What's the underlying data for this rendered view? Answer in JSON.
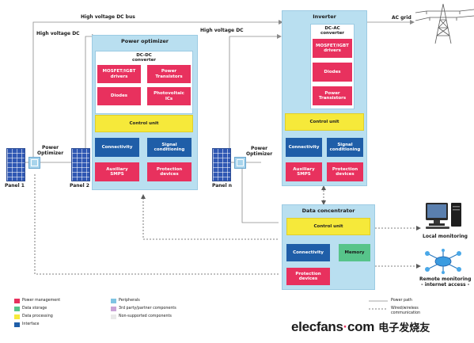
{
  "buses": {
    "hv_dc_bus": "High voltage DC bus",
    "hv_dc_left": "High voltage DC",
    "hv_dc_middle": "High voltage DC",
    "ac_grid": "AC grid"
  },
  "power_optimizer": {
    "title": "Power optimizer",
    "dcdc_title": "DC-DC\nconverter",
    "mosfet": "MOSFET/IGBT\ndrivers",
    "power_transistors": "Power\nTransistors",
    "diodes": "Diodes",
    "photovoltaic_ics": "Photovoltaic\nICs",
    "control_unit": "Control unit",
    "connectivity": "Connectivity",
    "signal_conditioning": "Signal\nconditioning",
    "auxiliary_smps": "Auxiliary\nSMPS",
    "protection_devices": "Protection\ndevices"
  },
  "inverter": {
    "title": "Inverter",
    "dcac_title": "DC-AC\nconverter",
    "mosfet": "MOSFET/IGBT\ndrivers",
    "diodes": "Diodes",
    "power_transistors": "Power\nTransistors",
    "control_unit": "Control unit",
    "connectivity": "Connectivity",
    "signal_conditioning": "Signal\nconditioning",
    "auxiliary_smps": "Auxiliary\nSMPS",
    "protection_devices": "Protection\ndevices"
  },
  "data_concentrator": {
    "title": "Data concentrator",
    "control_unit": "Control unit",
    "connectivity": "Connectivity",
    "memory": "Memory",
    "protection_devices": "Protection\ndevices"
  },
  "panels": {
    "panel_1": "Panel 1",
    "panel_2": "Panel 2",
    "panel_n": "Panel n",
    "optimizer_left": "Power\nOptimizer",
    "optimizer_right": "Power\nOptimizer"
  },
  "monitoring": {
    "local": "Local monitoring",
    "remote": "Remote monitoring\n- internet access -"
  },
  "legend": {
    "power_management": "Power management",
    "data_storage": "Data storage",
    "data_processing": "Data processing",
    "interface": "Interface",
    "peripherals": "Peripherals",
    "third_party": "3rd party/partner components",
    "non_supported": "Non-supported components",
    "power_path": "Power path",
    "wired_wireless": "Wired/wireless\ncommunication"
  },
  "watermark": {
    "site": "elecfans",
    "dot": "·",
    "com": "com",
    "cn": "电子发烧友"
  },
  "colors": {
    "pink": "#e8315e",
    "yellow": "#f6e93a",
    "blue": "#1f5ea8",
    "green": "#57c48a",
    "zone": "#b9dff0",
    "peripherals": "#7fc4e3",
    "third_party": "#c9a3d6",
    "non_supported": "#e9e9e9",
    "watermark_dot": "#e8315e"
  },
  "icons": {
    "tower": "power-tower-icon",
    "computer": "desktop-computer-icon",
    "network": "network-globe-icon"
  }
}
